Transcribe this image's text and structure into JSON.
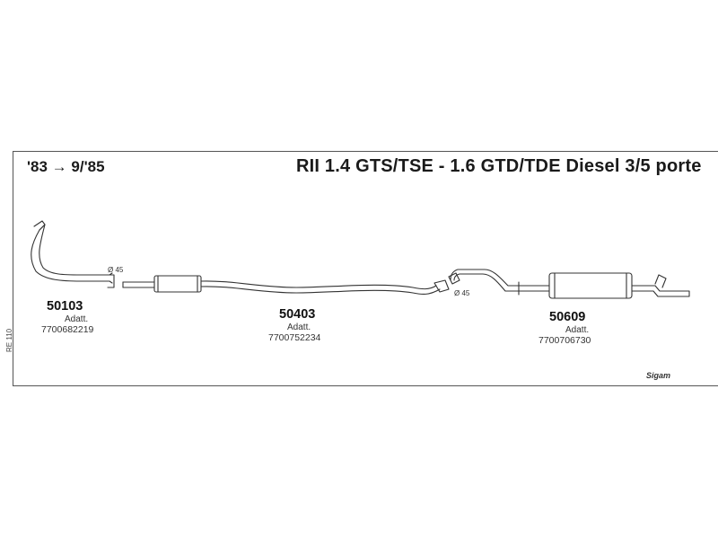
{
  "header": {
    "date_range": "'83 → 9/'85",
    "title": "RII 1.4 GTS/TSE - 1.6 GTD/TDE Diesel 3/5 porte"
  },
  "side_reference": "RE 110",
  "brand": "Sigam",
  "diameter_labels": [
    "Ø 45",
    "Ø 45"
  ],
  "parts": [
    {
      "code": "50103",
      "adatt_label": "Adatt.",
      "oem": "7700682219"
    },
    {
      "code": "50403",
      "adatt_label": "Adatt.",
      "oem": "7700752234"
    },
    {
      "code": "50609",
      "adatt_label": "Adatt.",
      "oem": "7700706730"
    }
  ]
}
